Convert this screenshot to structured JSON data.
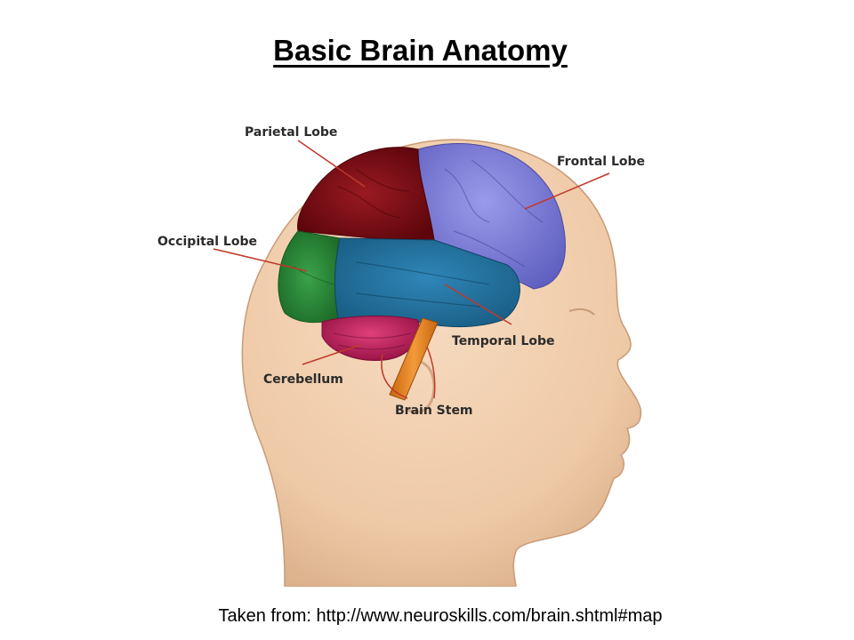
{
  "slide": {
    "title": "Basic Brain Anatomy",
    "caption": "Taken from: http://www.neuroskills.com/brain.shtml#map"
  },
  "diagram": {
    "labels": {
      "parietal": "Parietal Lobe",
      "frontal": "Frontal Lobe",
      "occipital": "Occipital Lobe",
      "temporal": "Temporal Lobe",
      "cerebellum": "Cerebellum",
      "brain_stem": "Brain Stem"
    },
    "colors": {
      "skin": "#f2d2b4",
      "skin_shadow": "#d9b08f",
      "parietal": "#7a0c14",
      "frontal": "#7f7fd6",
      "occipital": "#2e8b3a",
      "temporal": "#1f6e9c",
      "cerebellum": "#c2245e",
      "brain_stem": "#e07b1a",
      "leader_line": "#c0392b"
    }
  }
}
